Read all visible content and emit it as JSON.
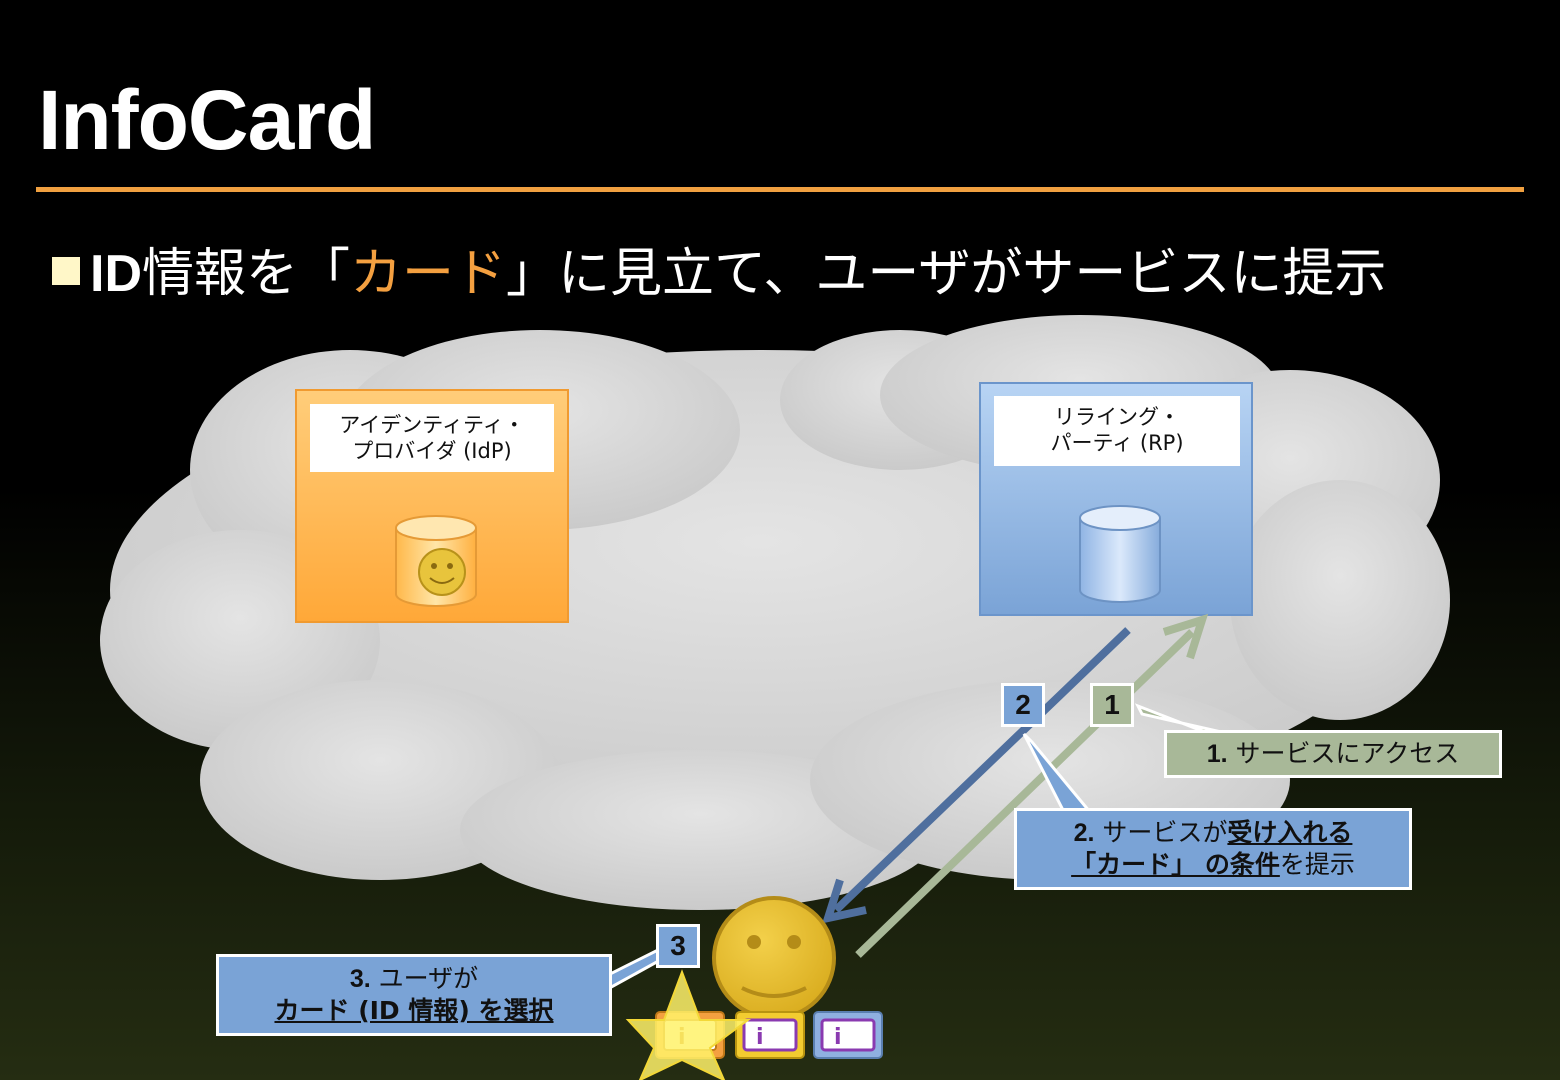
{
  "slide": {
    "title": "InfoCard",
    "bullet": {
      "prefix": "ID",
      "part1": "情報を「",
      "highlight": "カード",
      "part2": "」に見立て、ユーザがサービスに提示"
    }
  },
  "idp": {
    "label_line1": "アイデンティティ・",
    "label_line2": "プロバイダ (IdP)"
  },
  "rp": {
    "label_line1": "リライング・",
    "label_line2": "パーティ (RP)"
  },
  "steps": [
    {
      "num": "1",
      "prefix": "1.",
      "text": "サービスにアクセス"
    },
    {
      "num": "2",
      "prefix": "2.",
      "text_a": "サービスが",
      "text_u1": "受け入れる",
      "text_u2": "「カード」 の条件",
      "text_b": "を提示"
    },
    {
      "num": "3",
      "prefix": "3.",
      "text_a": "ユーザが",
      "text_u": "カード (ID 情報) を選択"
    }
  ],
  "colors": {
    "orange": "#f4a040",
    "blue": "#7aa3d6",
    "green": "#a8b898",
    "arrow_blue": "#4f6f9e",
    "arrow_green": "#a8b898",
    "cloud": "#d4d4d4"
  }
}
